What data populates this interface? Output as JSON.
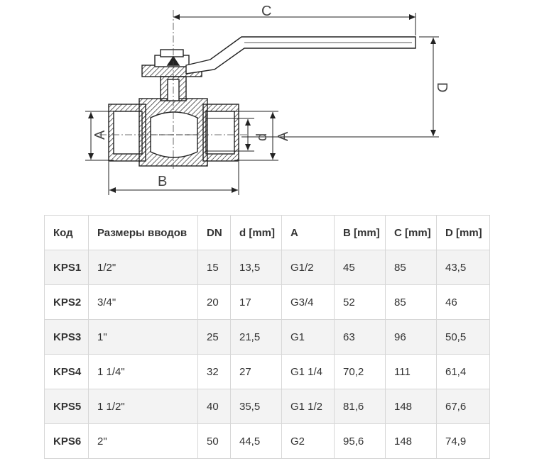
{
  "drawing": {
    "labels": {
      "c": "C",
      "d_upper": "D",
      "a_left": "A",
      "d_lower": "d",
      "a_right": "A",
      "b": "B"
    }
  },
  "table": {
    "headers": [
      "Код",
      "Размеры вводов",
      "DN",
      "d [mm]",
      "A",
      "B [mm]",
      "C [mm]",
      "D [mm]"
    ],
    "rows": [
      [
        "KPS1",
        "1/2\"",
        "15",
        "13,5",
        "G1/2",
        "45",
        "85",
        "43,5"
      ],
      [
        "KPS2",
        "3/4\"",
        "20",
        "17",
        "G3/4",
        "52",
        "85",
        "46"
      ],
      [
        "KPS3",
        "1\"",
        "25",
        "21,5",
        "G1",
        "63",
        "96",
        "50,5"
      ],
      [
        "KPS4",
        "1 1/4\"",
        "32",
        "27",
        "G1 1/4",
        "70,2",
        "111",
        "61,4"
      ],
      [
        "KPS5",
        "1 1/2\"",
        "40",
        "35,5",
        "G1 1/2",
        "81,6",
        "148",
        "67,6"
      ],
      [
        "KPS6",
        "2\"",
        "50",
        "44,5",
        "G2",
        "95,6",
        "148",
        "74,9"
      ]
    ]
  }
}
